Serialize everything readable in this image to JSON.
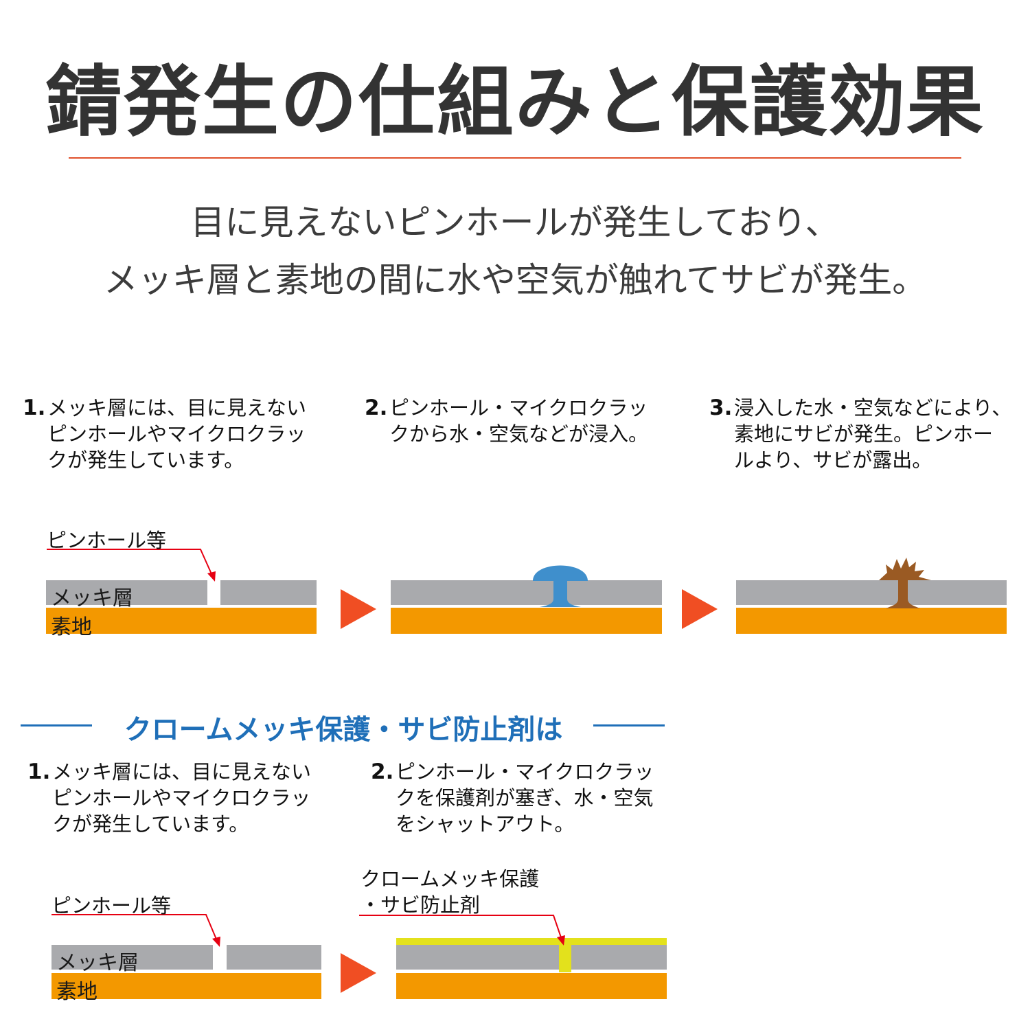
{
  "title": "錆発生の仕組みと保護効果",
  "lead": {
    "line1": "目に見えないピンホールが発生しており、",
    "line2": "メッキ層と素地の間に水や空気が触れてサビが発生。"
  },
  "process": {
    "steps": [
      {
        "num": "1.",
        "lines": [
          "メッキ層には、目に見えない",
          "ピンホールやマイクロクラッ",
          "クが発生しています。"
        ]
      },
      {
        "num": "2.",
        "lines": [
          "ピンホール・マイクロクラッ",
          "クから水・空気などが浸入。"
        ]
      },
      {
        "num": "3.",
        "lines": [
          "浸入した水・空気などにより、",
          "素地にサビが発生。ピンホー",
          "ルより、サビが露出。"
        ]
      }
    ],
    "pinhole_label": "ピンホール等",
    "plating_label": "メッキ層",
    "base_label": "素地"
  },
  "protection": {
    "heading": "クロームメッキ保護・サビ防止剤は",
    "steps": [
      {
        "num": "1.",
        "lines": [
          "メッキ層には、目に見えない",
          "ピンホールやマイクロクラッ",
          "クが発生しています。"
        ]
      },
      {
        "num": "2.",
        "lines": [
          "ピンホール・マイクロクラッ",
          "クを保護剤が塞ぎ、水・空気",
          "をシャットアウト。"
        ]
      }
    ],
    "pinhole_label": "ピンホール等",
    "plating_label": "メッキ層",
    "base_label": "素地",
    "agent_label_line1": "クロームメッキ保護",
    "agent_label_line2": "・サビ防止剤"
  },
  "colors": {
    "title": "#333333",
    "rule": "#e0502b",
    "plating": "#a9aaad",
    "base": "#f39800",
    "arrow": "#f04e23",
    "pointer": "#e60012",
    "water": "#3f8fcc",
    "rust": "#9a5a23",
    "agent": "#e3e11c",
    "heading_blue": "#1f6fb8"
  },
  "icons": {
    "arrow": "orange-right-triangle-arrow",
    "water": "water-droplet-shape",
    "rust": "rust-splash-shape"
  }
}
